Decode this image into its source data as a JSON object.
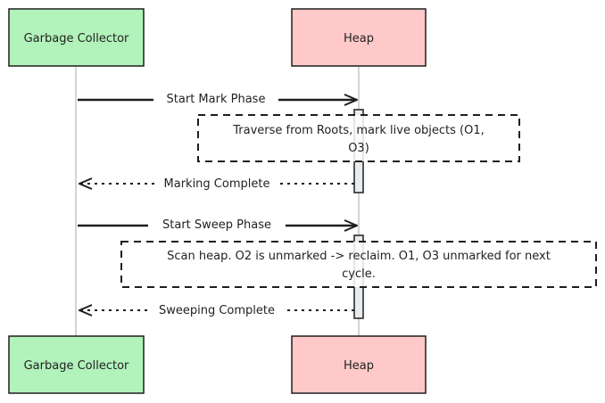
{
  "participants": {
    "gc": {
      "label": "Garbage Collector",
      "fill": "#b2f2bb"
    },
    "heap": {
      "label": "Heap",
      "fill": "#ffc9c9"
    }
  },
  "messages": [
    {
      "label": "Start Mark Phase",
      "style": "solid"
    },
    {
      "label": "Marking Complete",
      "style": "dotted"
    },
    {
      "label": "Start Sweep Phase",
      "style": "solid"
    },
    {
      "label": "Sweeping Complete",
      "style": "dotted"
    }
  ],
  "notes": [
    {
      "line1": "Traverse from Roots, mark live objects (O1,",
      "line2": "O3)"
    },
    {
      "line1": "Scan heap. O2 is unmarked -> reclaim. O1, O3 unmarked for next",
      "line2": "cycle."
    }
  ],
  "colors": {
    "stroke": "#1e1e1e",
    "activation": "#e9ecef"
  }
}
